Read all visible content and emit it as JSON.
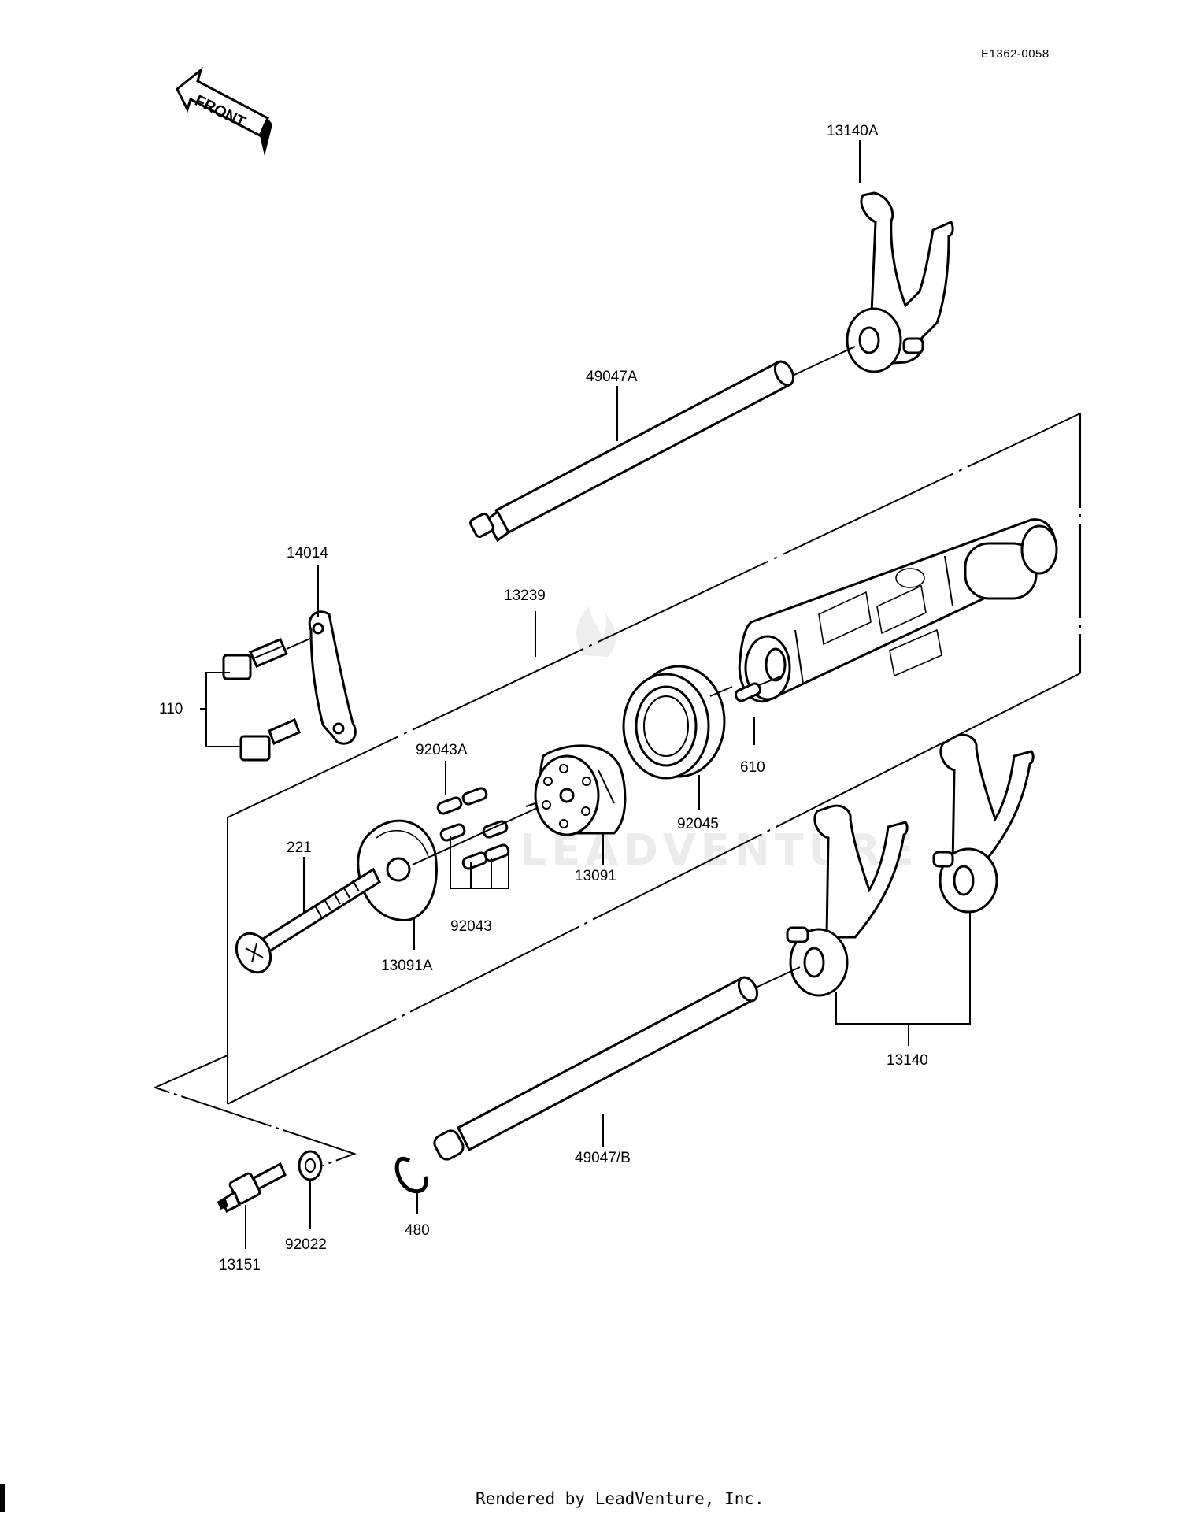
{
  "diagram": {
    "code": "E1362-0058",
    "front_label": "FRONT",
    "watermark": "LEADVENTURE",
    "credit": "Rendered by LeadVenture, Inc.",
    "callouts": {
      "c13140A": "13140A",
      "c49047A": "49047A",
      "c14014": "14014",
      "c13239": "13239",
      "c110": "110",
      "c92043A": "92043A",
      "c610": "610",
      "c92045": "92045",
      "c221": "221",
      "c13091": "13091",
      "c92043": "92043",
      "c13091A": "13091A",
      "c13140": "13140",
      "c49047B": "49047/B",
      "c480": "480",
      "c92022": "92022",
      "c13151": "13151"
    }
  }
}
